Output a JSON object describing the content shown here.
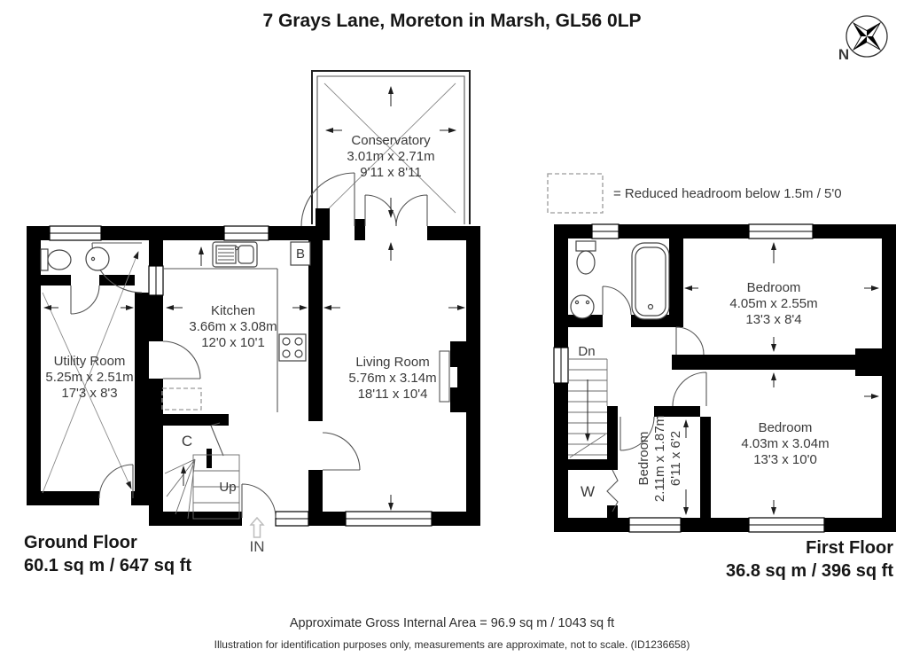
{
  "title": "7 Grays Lane, Moreton in Marsh, GL56 0LP",
  "compass": {
    "label": "N"
  },
  "legend": {
    "text": "= Reduced headroom below 1.5m / 5'0"
  },
  "ground_floor": {
    "name": "Ground Floor",
    "area": "60.1 sq m / 647 sq ft",
    "rooms": {
      "conservatory": {
        "name": "Conservatory",
        "metric": "3.01m x 2.71m",
        "imperial": "9'11 x 8'11"
      },
      "kitchen": {
        "name": "Kitchen",
        "metric": "3.66m x 3.08m",
        "imperial": "12'0 x 10'1"
      },
      "living_room": {
        "name": "Living Room",
        "metric": "5.76m x 3.14m",
        "imperial": "18'11 x 10'4"
      },
      "utility_room": {
        "name": "Utility Room",
        "metric": "5.25m x 2.51m",
        "imperial": "17'3 x 8'3"
      }
    },
    "markers": {
      "cupboard": "C",
      "boiler": "B",
      "stairs_up": "Up",
      "entrance": "IN"
    }
  },
  "first_floor": {
    "name": "First Floor",
    "area": "36.8 sq m / 396 sq ft",
    "rooms": {
      "bedroom_1": {
        "name": "Bedroom",
        "metric": "4.05m x 2.55m",
        "imperial": "13'3 x 8'4"
      },
      "bedroom_2": {
        "name": "Bedroom",
        "metric": "4.03m x 3.04m",
        "imperial": "13'3 x 10'0"
      },
      "bedroom_3": {
        "name": "Bedroom",
        "metric": "2.11m x 1.87m",
        "imperial": "6'11 x 6'2"
      }
    },
    "markers": {
      "stairs_down": "Dn",
      "wardrobe": "W"
    }
  },
  "footer": {
    "gross_area": "Approximate Gross Internal Area = 96.9 sq m / 1043 sq ft",
    "disclaimer": "Illustration for identification purposes only, measurements are approximate, not to scale. (ID1236658)"
  },
  "colors": {
    "wall": "#000000",
    "text": "#3a3a3a",
    "entrance_arrow": "#c9c9c9"
  }
}
